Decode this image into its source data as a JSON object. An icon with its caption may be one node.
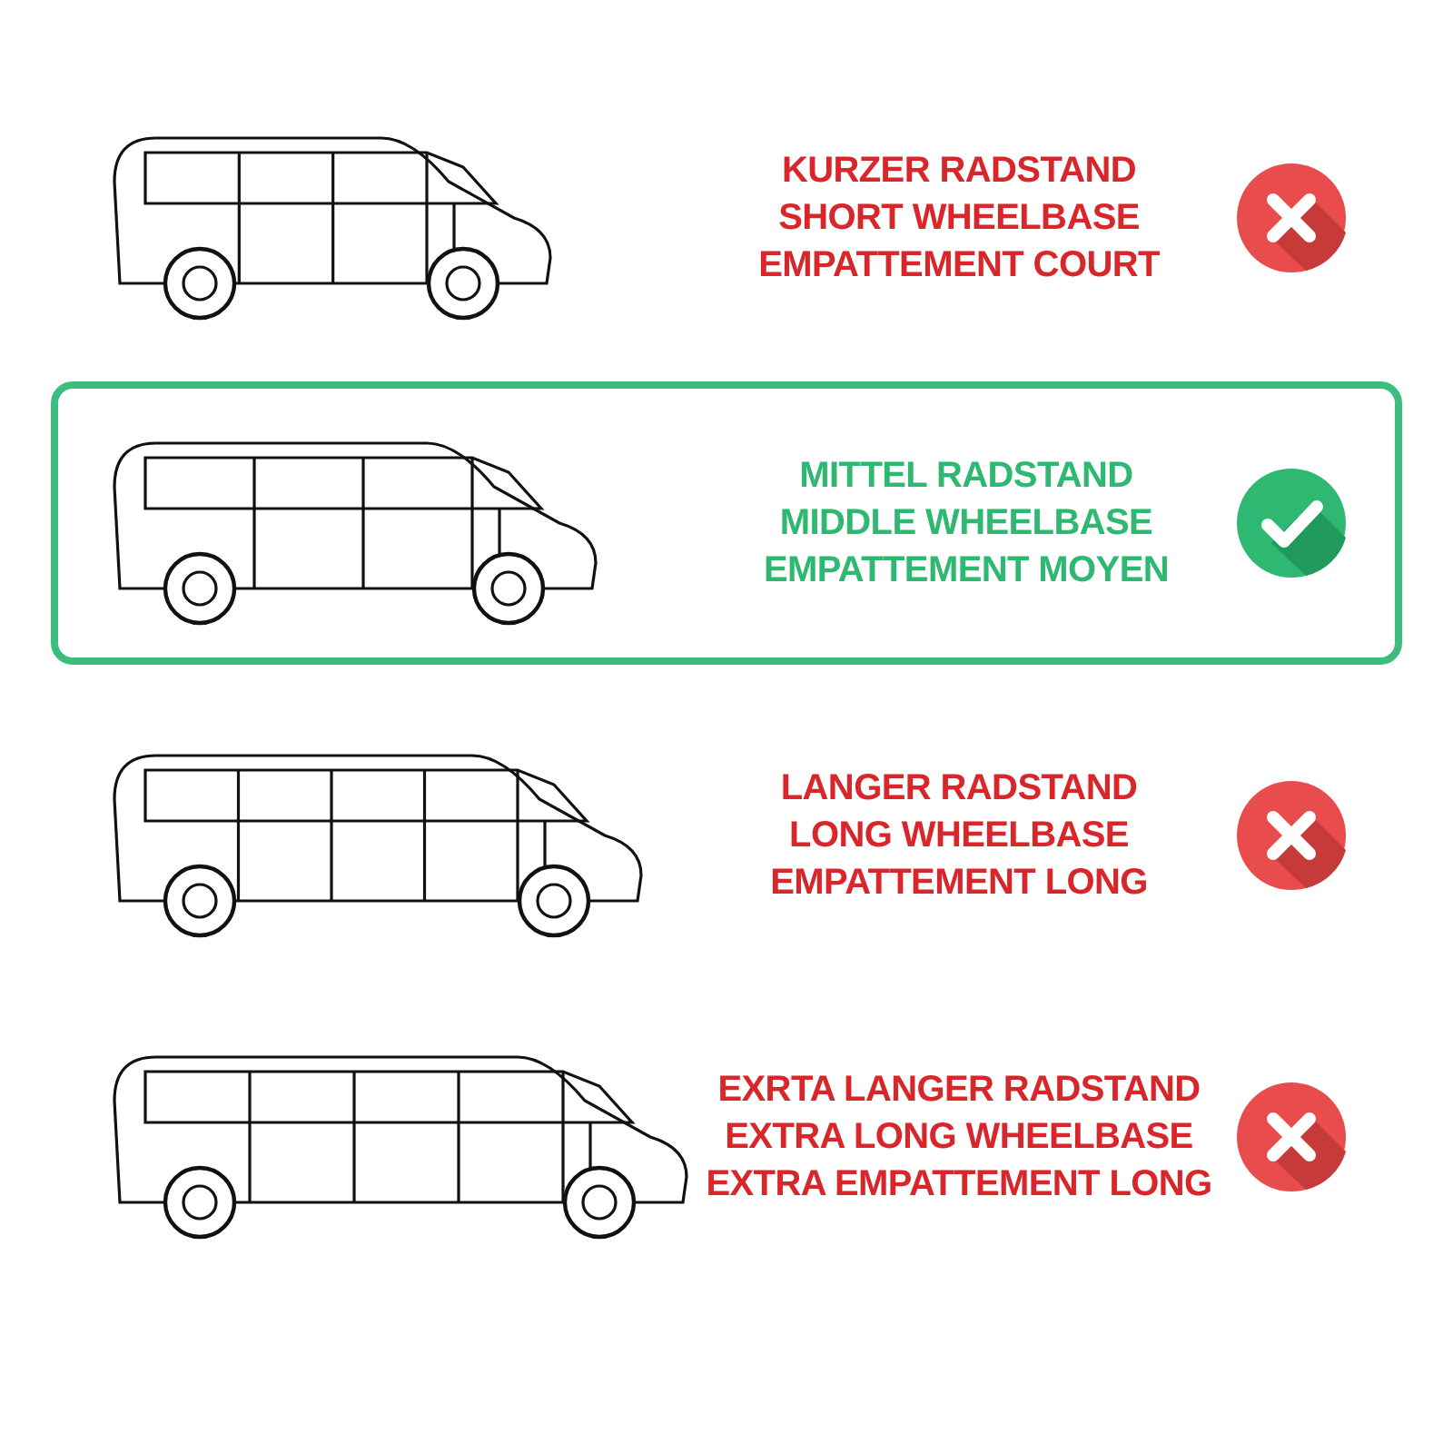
{
  "diagram": {
    "nodes": [
      {
        "text": [
          "MITTEL RADSTAND",
          "MIDDLE WHEELBASE",
          "EMPATTEMENT MOYEN"
        ]
      }
    ],
    "labels": [
      "KURZER RADSTAND",
      "SHORT WHEELBASE",
      "EMPATTEMENT COURT",
      "LANGER RADSTAND",
      "LONG WHEELBASE",
      "EMPATTEMENT LONG",
      "EXRTA LANGER RADSTAND",
      "EXTRA LONG WHEELBASE",
      "EXTRA EMPATTEMENT LONG"
    ]
  }
}
